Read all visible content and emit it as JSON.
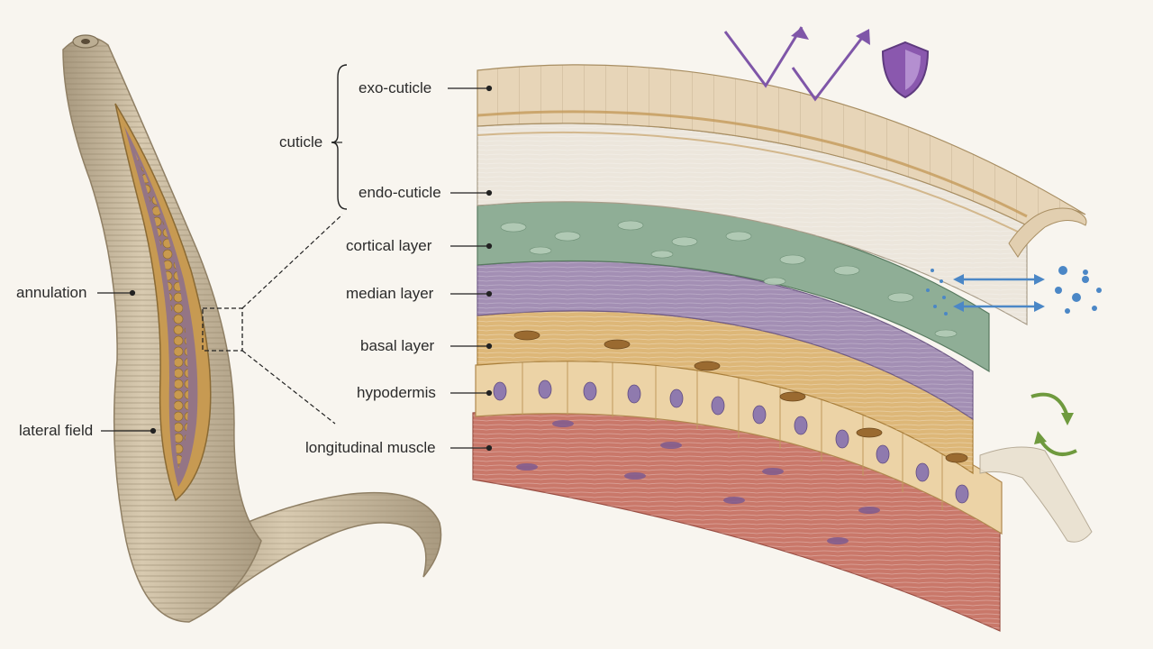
{
  "labels": {
    "exo_cuticle": "exo-cuticle",
    "endo_cuticle": "endo-cuticle",
    "cuticle": "cuticle",
    "cortical_layer": "cortical layer",
    "median_layer": "median layer",
    "basal_layer": "basal layer",
    "hypodermis": "hypodermis",
    "longitudinal_muscle": "longitudinal muscle",
    "annulation": "annulation",
    "lateral_field": "lateral field"
  },
  "icons": {
    "reflection": "reflect-arrows-icon",
    "protection": "shield-icon",
    "exchange": "diffusion-arrows-icon",
    "renewal": "cycle-arrows-icon",
    "molt": "shed-cuticle-icon"
  },
  "colors": {
    "background": "#f8f5ef",
    "worm_body": "#cbbca2",
    "exo_cuticle": "#e7d5b8",
    "endo_cuticle": "#ece6dc",
    "cortical_layer": "#8fae96",
    "median_layer": "#a38fb4",
    "basal_layer": "#ddb778",
    "hypodermis": "#ecd3a6",
    "nucleus": "#8f7aae",
    "longitudinal_muscle": "#c9786a",
    "shield": "#8a58ae",
    "exchange_arrows": "#4b87c6",
    "cycle_arrows": "#6f9a3e"
  }
}
